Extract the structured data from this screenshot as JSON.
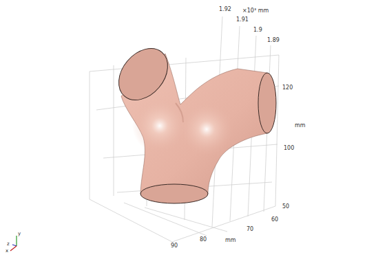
{
  "diagram": {
    "labels": [
      "1.92",
      "×10³ mm",
      "1.91",
      "1.9",
      "1.89",
      "120",
      "mm",
      "100",
      "50",
      "60",
      "70",
      "mm",
      "80",
      "90",
      "y",
      "z",
      "x"
    ]
  }
}
